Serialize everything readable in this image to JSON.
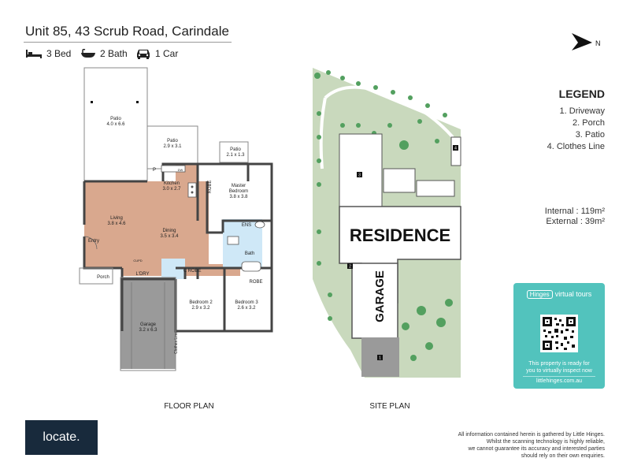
{
  "header": {
    "address": "Unit 85, 43 Scrub Road, Carindale"
  },
  "features": [
    {
      "icon": "bed-icon",
      "label": "3 Bed"
    },
    {
      "icon": "bath-icon",
      "label": "2 Bath"
    },
    {
      "icon": "car-icon",
      "label": "1 Car"
    }
  ],
  "compass": {
    "label": "N"
  },
  "legend": {
    "title": "LEGEND",
    "items": [
      "1. Driveway",
      "2. Porch",
      "3. Patio",
      "4. Clothes Line"
    ]
  },
  "areas": {
    "internal": "Internal  : 119m²",
    "external": "External :  39m²"
  },
  "floorplan": {
    "label": "FLOOR PLAN",
    "rooms": [
      {
        "name": "Patio",
        "dims": "4.0 x 6.6"
      },
      {
        "name": "Patio",
        "dims": "2.9 x 3.1"
      },
      {
        "name": "Patio",
        "dims": "2.1 x 1.3"
      },
      {
        "name": "Kitchen",
        "dims": "3.0 x 2.7"
      },
      {
        "name": "Master Bedroom",
        "line1": "Master",
        "line2": "Bedroom",
        "dims": "3.8 x 3.8"
      },
      {
        "name": "Living",
        "dims": "3.8 x 4.6"
      },
      {
        "name": "Dining",
        "dims": "3.5 x 3.4"
      },
      {
        "name": "Entry"
      },
      {
        "name": "Porch"
      },
      {
        "name": "ENS"
      },
      {
        "name": "Bath"
      },
      {
        "name": "L'DRY"
      },
      {
        "name": "Garage",
        "dims": "3.2 x 6.3"
      },
      {
        "name": "Bedroom 2",
        "dims": "2.9 x 3.2"
      },
      {
        "name": "Bedroom 3",
        "dims": "2.6 x 3.2"
      }
    ],
    "small_labels": {
      "robe": "ROBE",
      "p": "P",
      "c": "C",
      "cupd": "CUPD",
      "dw": "DW",
      "w": "W",
      "clothes_line": "Clothes Line"
    }
  },
  "siteplan": {
    "label": "SITE PLAN",
    "residence": "RESIDENCE",
    "garage": "GARAGE",
    "markers": [
      "1",
      "2",
      "3",
      "4"
    ]
  },
  "virtual_tour": {
    "brand": "Hinges",
    "brand_right": "virtual tours",
    "text1": "This property is ready for",
    "text2": "you to virtually inspect now",
    "url": "littlehinges.com.au"
  },
  "footer": {
    "logo": "locate.",
    "disclaimer": [
      "All information contained herein is gathered by Little Hinges.",
      "Whilst the scanning technology is highly reliable,",
      "we cannot guarantee its accuracy and interested parties",
      "should rely on their own enquiries."
    ]
  },
  "colors": {
    "wood_floor": "#d9a88e",
    "tile_floor": "#cfe8f7",
    "garage_floor": "#9a9a9a",
    "wall": "#444444",
    "grass": "#c9d9bd",
    "tree": "#53a05f",
    "teal": "#52c3bd",
    "logo_bg": "#182a3c"
  }
}
